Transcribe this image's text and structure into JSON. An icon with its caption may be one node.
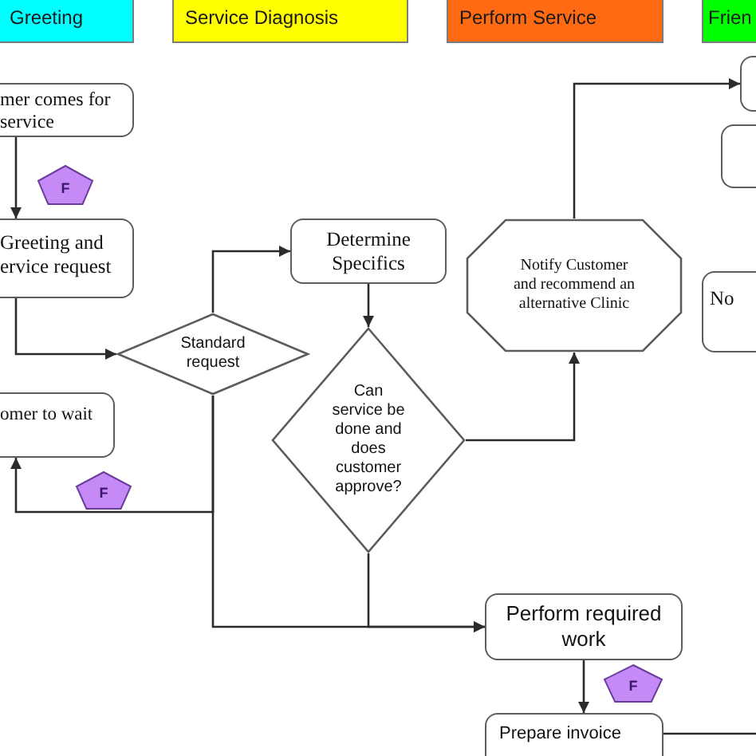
{
  "diagram": {
    "nodes": [
      {
        "text": [
          "Greeting"
        ]
      },
      {
        "text": [
          "Service Diagnosis"
        ]
      },
      {
        "text": [
          "Perform Service"
        ]
      },
      {
        "text": [
          "Frien"
        ]
      },
      {
        "text": [
          "mer comes for service"
        ]
      },
      {
        "text": [],
        "shape": "box"
      },
      {
        "text": [],
        "shape": "box"
      },
      {
        "text": [
          "F"
        ]
      },
      {
        "text": [
          "Greeting and ervice request"
        ]
      },
      {
        "text": [
          "Determine Specifics"
        ]
      },
      {
        "text": [
          "Notify Customer and recommend an alternative Clinic"
        ]
      },
      {
        "text": [
          "No"
        ]
      },
      {
        "text": [
          "Standard request"
        ]
      },
      {
        "text": [
          "omer to wait"
        ]
      },
      {
        "text": [
          "Can service be done and does customer approve?"
        ]
      },
      {
        "text": [
          "F"
        ]
      },
      {
        "text": [
          "Perform required work"
        ]
      },
      {
        "text": [
          "F"
        ]
      },
      {
        "text": [
          "Prepare invoice"
        ]
      }
    ],
    "edges": [
      {
        "from": 4,
        "to": 8,
        "arrow": "to"
      },
      {
        "from": 8,
        "to": 12,
        "arrow": "to"
      },
      {
        "from": 12,
        "to": 9,
        "arrow": "to"
      },
      {
        "from": 9,
        "to": 14,
        "arrow": "to"
      },
      {
        "from": 14,
        "to": 10,
        "arrow": "to"
      },
      {
        "from": 10,
        "to": 5,
        "arrow": "to"
      },
      {
        "from": 12,
        "to": 13,
        "arrow": "to"
      },
      {
        "from": 12,
        "to": 16,
        "arrow": "to"
      },
      {
        "from": 14,
        "to": 16,
        "arrow": "to"
      },
      {
        "from": 16,
        "to": 18,
        "arrow": "to"
      },
      {
        "from": 18,
        "to": null,
        "arrow": "none"
      }
    ]
  }
}
